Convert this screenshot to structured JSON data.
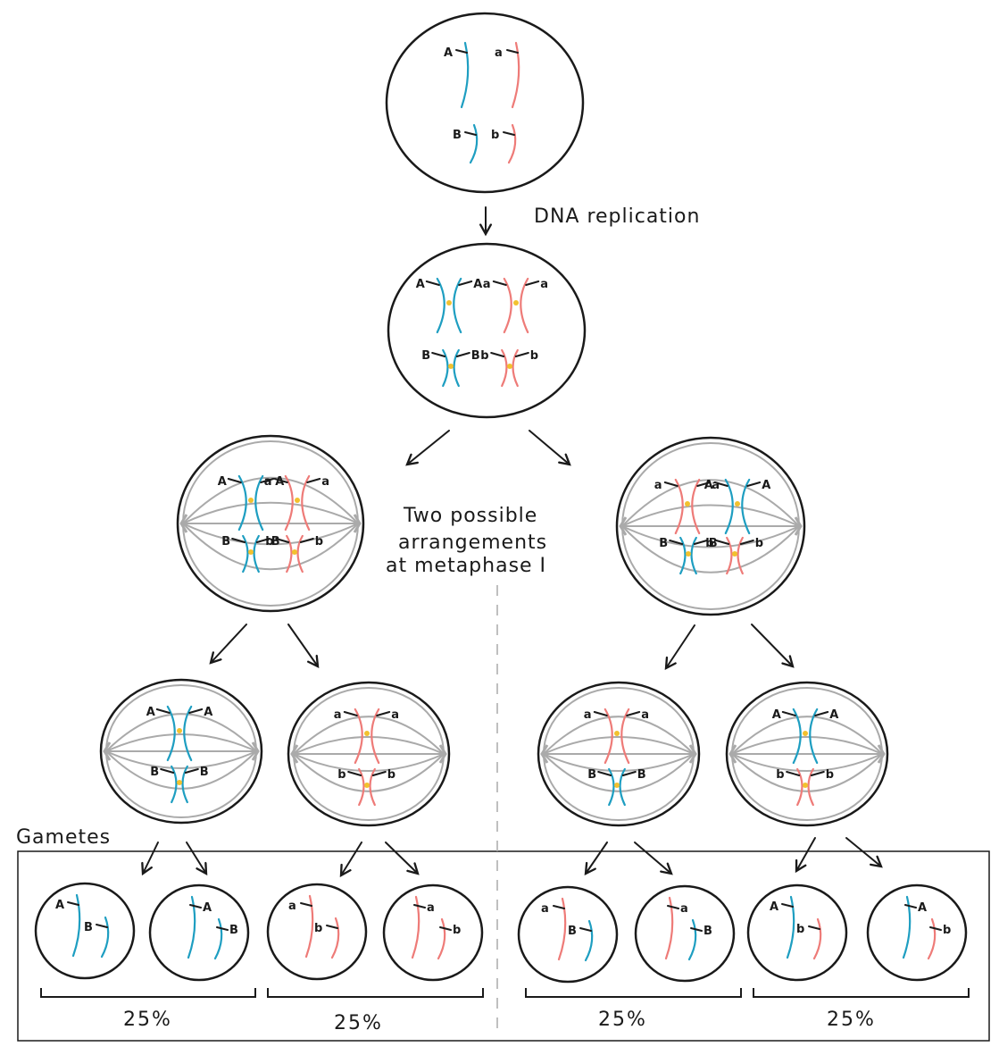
{
  "colors": {
    "blue": "#1e9ec1",
    "red": "#ee7b78",
    "centromere": "#f2c12e",
    "spindle": "#aaaaaa",
    "ink": "#1a1a1a",
    "divider": "#aaaaaa"
  },
  "labels": {
    "replication": "DNA replication",
    "metaphase_line1": "Two possible",
    "metaphase_line2": "arrangements",
    "metaphase_line3": "at metaphase I",
    "gametes": "Gametes",
    "pct1": "25%",
    "pct2": "25%",
    "pct3": "25%",
    "pct4": "25%"
  },
  "alleles": {
    "A": "A",
    "a": "a",
    "B": "B",
    "b": "b"
  }
}
